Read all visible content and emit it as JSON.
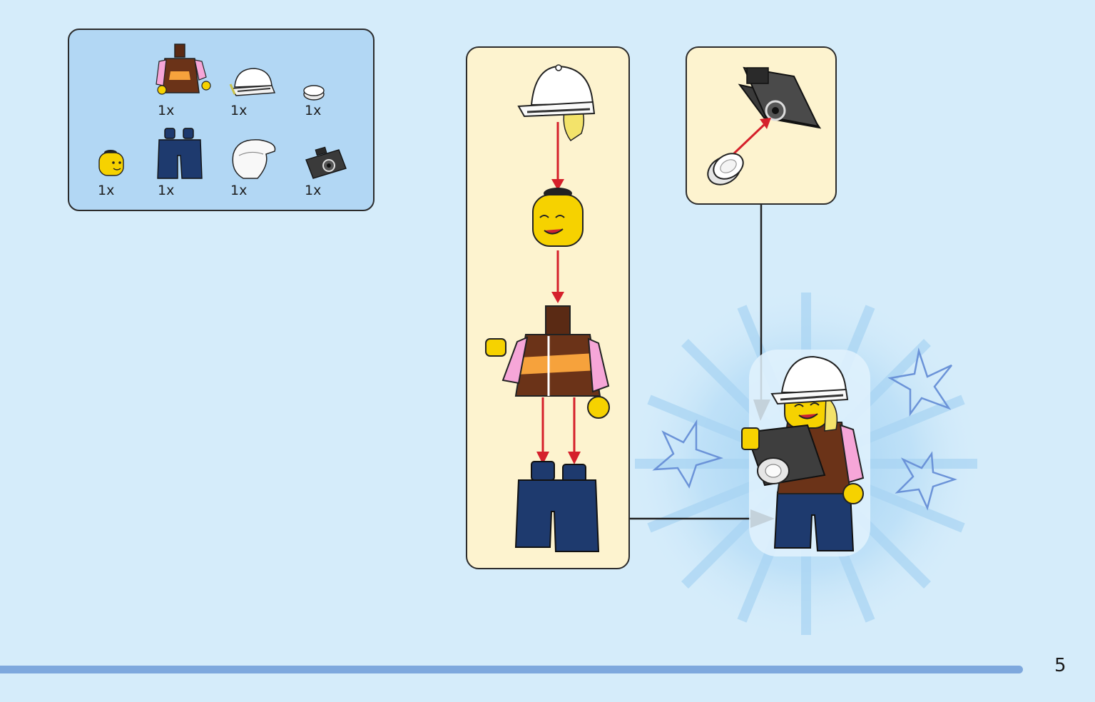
{
  "parts_list": {
    "items": [
      {
        "name": "torso",
        "qty": "1x"
      },
      {
        "name": "cap",
        "qty": "1x"
      },
      {
        "name": "lens",
        "qty": "1x"
      },
      {
        "name": "head",
        "qty": "1x"
      },
      {
        "name": "legs",
        "qty": "1x"
      },
      {
        "name": "hair",
        "qty": "1x"
      },
      {
        "name": "camera",
        "qty": "1x"
      }
    ]
  },
  "page": {
    "number": "5"
  },
  "colors": {
    "background": "#d5ecfa",
    "parts_box": "#b2d7f4",
    "step_panel": "#fdf3cf",
    "arrow_red": "#d5202b",
    "footer_bar": "#7ea8dd"
  }
}
